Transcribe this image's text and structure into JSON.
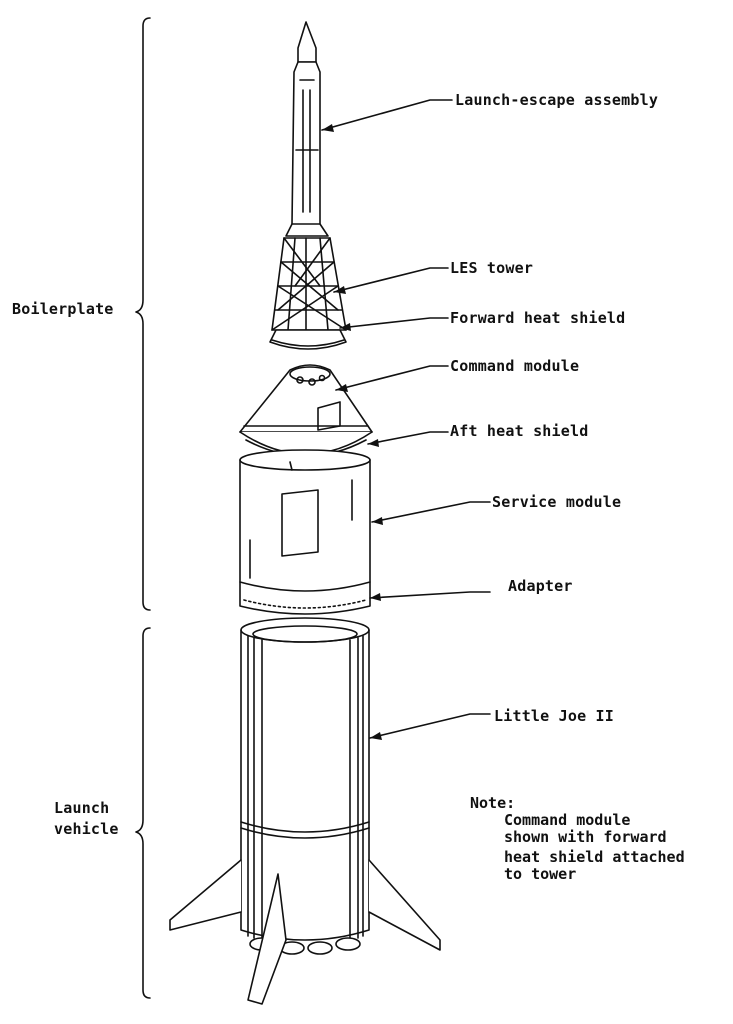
{
  "groups": {
    "boilerplate": "Boilerplate",
    "launch_vehicle_line1": "Launch",
    "launch_vehicle_line2": "vehicle"
  },
  "callouts": {
    "launch_escape_assembly": "Launch-escape assembly",
    "les_tower": "LES tower",
    "forward_heat_shield": "Forward heat shield",
    "command_module": "Command module",
    "aft_heat_shield": "Aft heat shield",
    "service_module": "Service module",
    "adapter": "Adapter",
    "little_joe_ii": "Little Joe II"
  },
  "note": {
    "title": "Note:",
    "line1": "Command module",
    "line2": "shown with forward",
    "line3": "heat shield attached",
    "line4": "to tower"
  }
}
